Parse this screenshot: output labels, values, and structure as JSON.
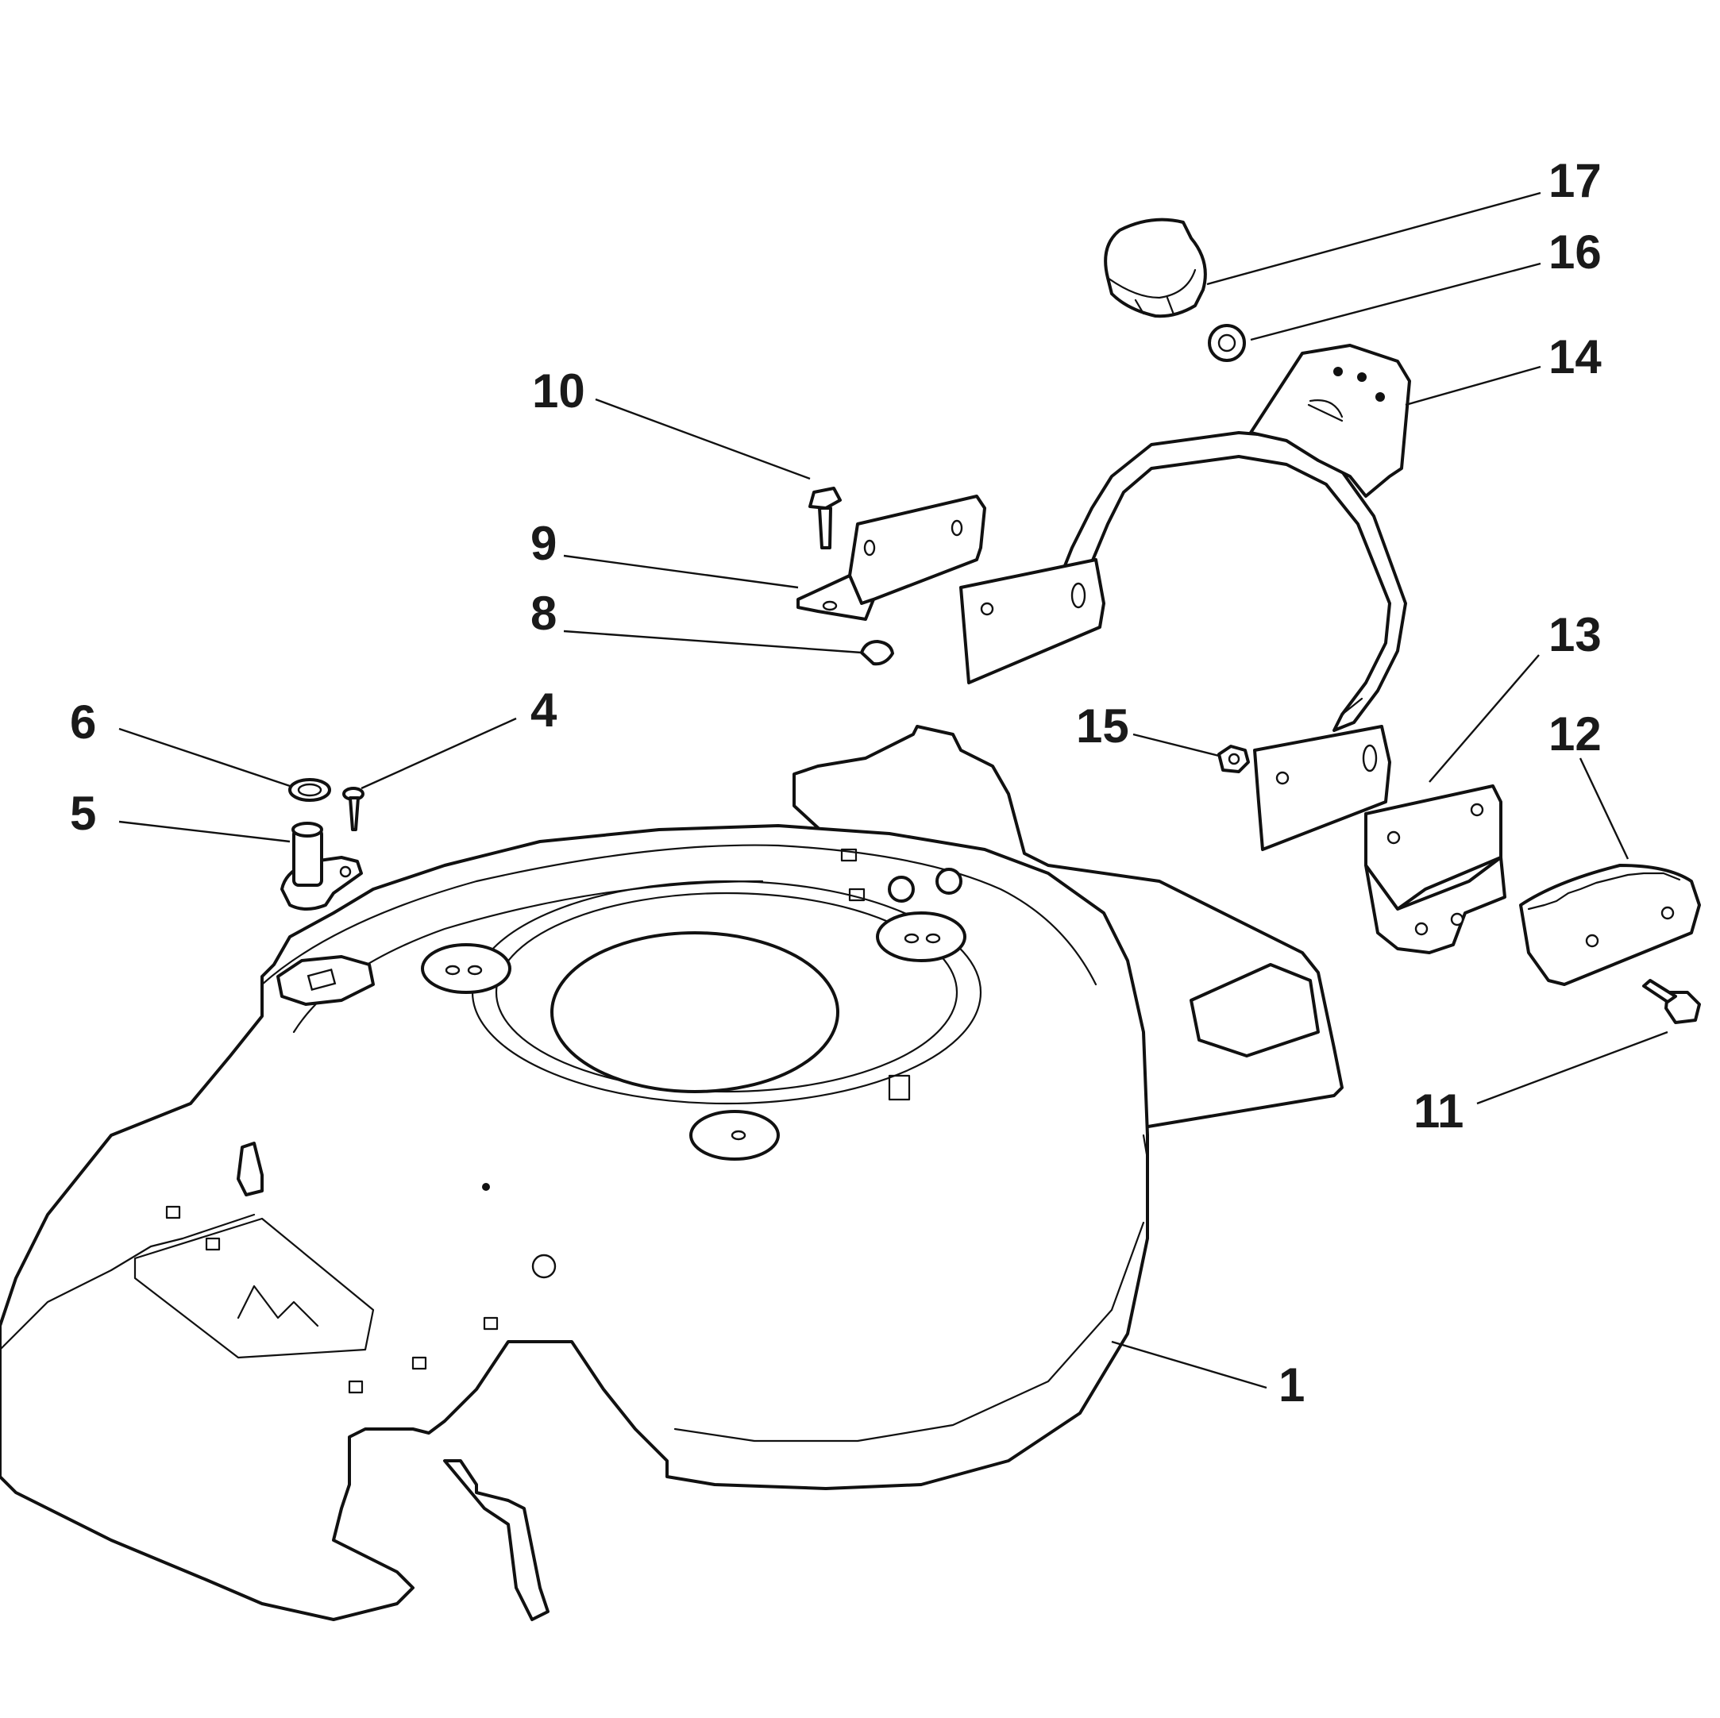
{
  "callouts": {
    "c17": "17",
    "c16": "16",
    "c14": "14",
    "c10": "10",
    "c9": "9",
    "c8": "8",
    "c13": "13",
    "c6": "6",
    "c4": "4",
    "c15": "15",
    "c12": "12",
    "c5": "5",
    "c11": "11",
    "c1": "1"
  }
}
